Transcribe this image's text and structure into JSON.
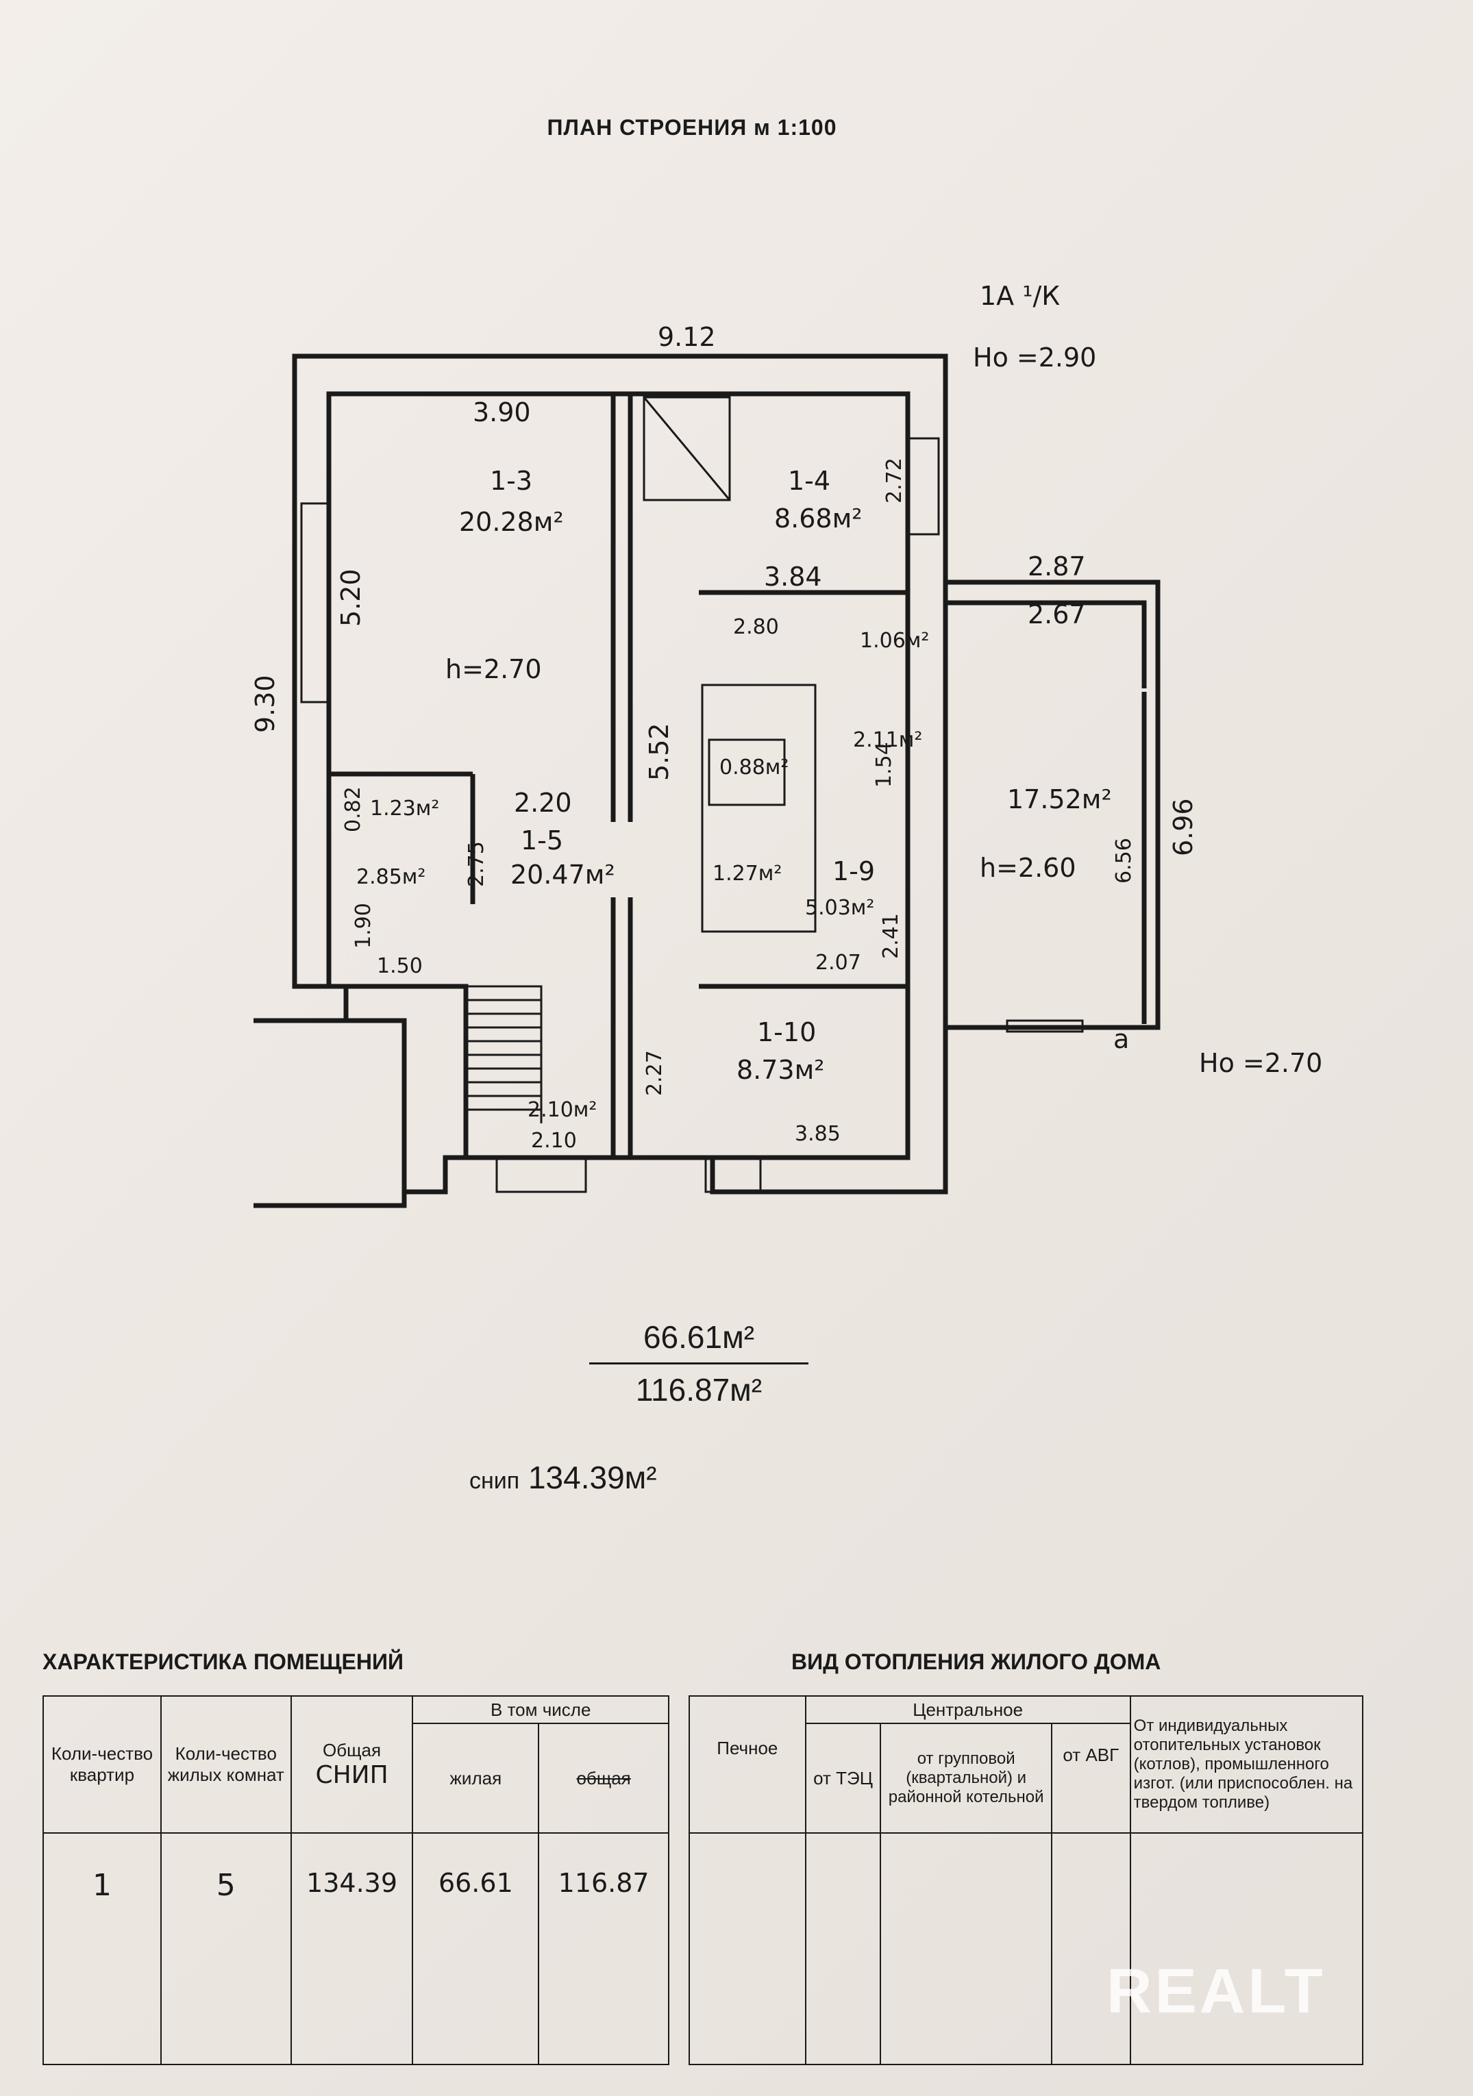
{
  "document": {
    "title": "ПЛАН СТРОЕНИЯ м 1:100"
  },
  "plan": {
    "outer_top": "9.12",
    "outer_left": "9.30",
    "label_code": "1А ¹/К",
    "height_top": "Но =2.90",
    "height_annex": "Но =2.70",
    "rooms": [
      {
        "id": "1-3",
        "area": "20.28м²",
        "dim_w": "3.90",
        "dim_h": "5.20",
        "ceiling": "h=2.70"
      },
      {
        "id": "1-4",
        "area": "8.68м²",
        "dim_w": "3.84",
        "dim_h": "2.72"
      },
      {
        "id": "1-5",
        "area": "20.47м²",
        "dim_w": "2.20",
        "dim_h": "2.75",
        "side": "5.52"
      },
      {
        "id": "1-9",
        "area": "5.03м²",
        "dim_w": "2.07",
        "dim_h": "2.41"
      },
      {
        "id": "1-10",
        "area": "8.73м²",
        "dim_w": "3.85",
        "dim_h": "2.27"
      },
      {
        "id": "a",
        "area": "17.52м²",
        "ceiling": "h=2.60",
        "dim_w_outer": "2.87",
        "dim_w_inner": "2.67",
        "dim_h_inner": "6.56",
        "dim_h_outer": "6.96"
      }
    ],
    "small_areas": [
      "1.23м²",
      "2.85м²",
      "0.82",
      "1.90",
      "1.50",
      "2.80",
      "1.06м²",
      "2.11м²",
      "0.88м²",
      "1.54",
      "1.27м²",
      "2.10м²",
      "2.10"
    ]
  },
  "summary": {
    "living": "66.61м²",
    "total": "116.87м²",
    "snip_prefix": "снип",
    "snip_value": "134.39м²"
  },
  "characteristics": {
    "heading": "ХАРАКТЕРИСТИКА ПОМЕЩЕНИЙ",
    "col_apartments": "Коли-чество квартир",
    "col_rooms": "Коли-чество жилых комнат",
    "col_total": "Общая",
    "col_total_note": "СНИП",
    "col_including": "В том числе",
    "col_living": "жилая",
    "col_general": "общая",
    "row": {
      "apartments": "1",
      "rooms": "5",
      "total": "134.39",
      "living": "66.61",
      "general": "116.87"
    }
  },
  "heating": {
    "heading": "ВИД ОТОПЛЕНИЯ ЖИЛОГО ДОМА",
    "col_stove": "Печное",
    "col_central": "Центральное",
    "col_tec": "от ТЭЦ",
    "col_group": "от групповой (квартальной) и районной котельной",
    "col_avg": "от АВГ",
    "col_individual": "От индивидуальных отопительных установок (котлов), промышленного изгот. (или приспособлен. на твердом топливе)"
  },
  "watermark": "REALT"
}
